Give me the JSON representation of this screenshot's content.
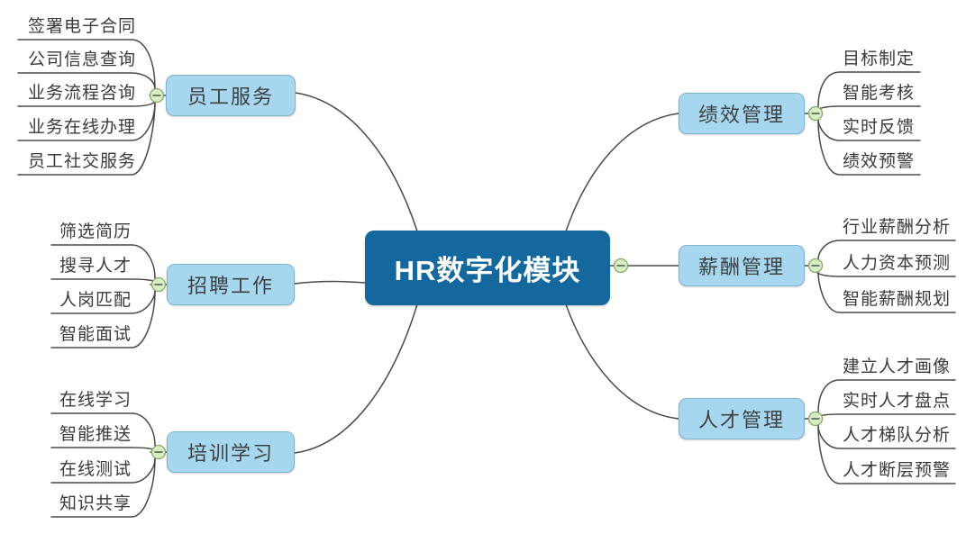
{
  "center": {
    "label": "HR数字化模块"
  },
  "branches": {
    "left": [
      {
        "label": "员工服务",
        "children": [
          "签署电子合同",
          "公司信息查询",
          "业务流程咨询",
          "业务在线办理",
          "员工社交服务"
        ]
      },
      {
        "label": "招聘工作",
        "children": [
          "筛选简历",
          "搜寻人才",
          "人岗匹配",
          "智能面试"
        ]
      },
      {
        "label": "培训学习",
        "children": [
          "在线学习",
          "智能推送",
          "在线测试",
          "知识共享"
        ]
      }
    ],
    "right": [
      {
        "label": "绩效管理",
        "children": [
          "目标制定",
          "智能考核",
          "实时反馈",
          "绩效预警"
        ]
      },
      {
        "label": "薪酬管理",
        "children": [
          "行业薪酬分析",
          "人力资本预测",
          "智能薪酬规划"
        ]
      },
      {
        "label": "人才管理",
        "children": [
          "建立人才画像",
          "实时人才盘点",
          "人才梯队分析",
          "人才断层预警"
        ]
      }
    ]
  },
  "icons": {
    "collapse": "minus-circle"
  },
  "colors": {
    "center_bg": "#15689e",
    "center_text": "#ffffff",
    "branch_bg": "#a7d7ee",
    "branch_border": "#7fb3d2",
    "connector": "#4a4a4a",
    "collapse_fill": "#d9edc4",
    "collapse_stroke": "#86aa68",
    "child_text": "#3a3a3a"
  }
}
